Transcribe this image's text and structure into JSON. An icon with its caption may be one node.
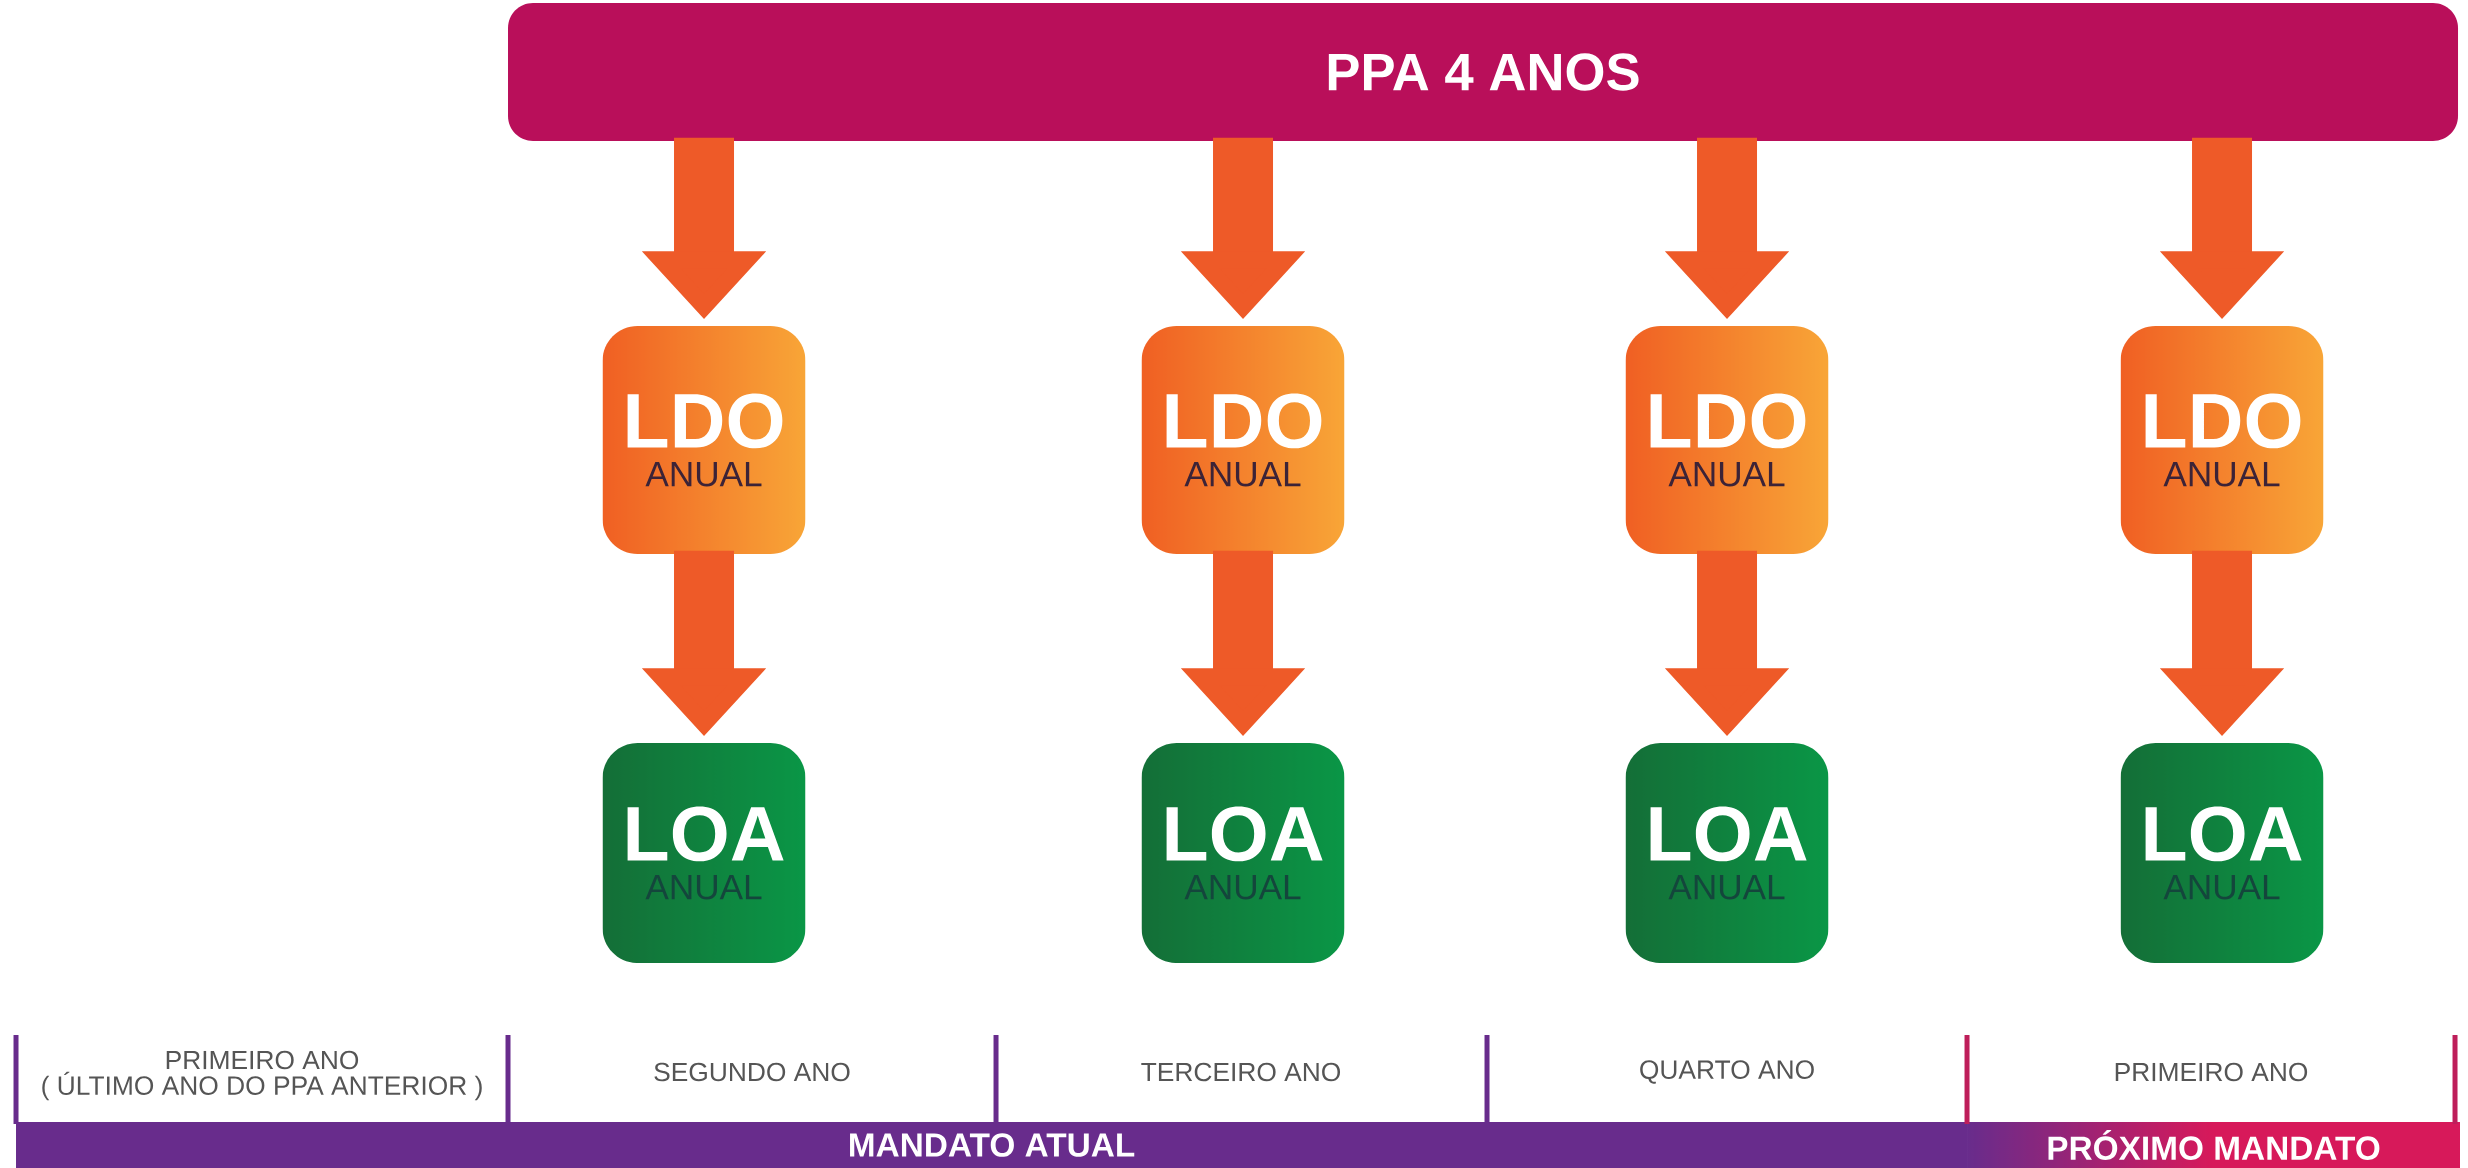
{
  "diagram": {
    "nodes": [
      {
        "text": [
          "PPA  4 ANOS"
        ]
      },
      {
        "text": [
          "LDO",
          "ANUAL"
        ]
      },
      {
        "text": [
          "LDO",
          "ANUAL"
        ]
      },
      {
        "text": [
          "LDO",
          "ANUAL"
        ]
      },
      {
        "text": [
          "LDO",
          "ANUAL"
        ]
      },
      {
        "text": [
          "LOA",
          "ANUAL"
        ]
      },
      {
        "text": [
          "LOA",
          "ANUAL"
        ]
      },
      {
        "text": [
          "LOA",
          "ANUAL"
        ]
      },
      {
        "text": [
          "LOA",
          "ANUAL"
        ]
      },
      {
        "text": [
          "MANDATO ATUAL"
        ]
      },
      {
        "text": [
          "PRÓXIMO MANDATO"
        ]
      }
    ],
    "edges": [
      {
        "from": 0,
        "to": 1,
        "arrow": "to"
      },
      {
        "from": 0,
        "to": 2,
        "arrow": "to"
      },
      {
        "from": 0,
        "to": 3,
        "arrow": "to"
      },
      {
        "from": 0,
        "to": 4,
        "arrow": "to"
      },
      {
        "from": 1,
        "to": 5,
        "arrow": "to"
      },
      {
        "from": 2,
        "to": 6,
        "arrow": "to"
      },
      {
        "from": 3,
        "to": 7,
        "arrow": "to"
      },
      {
        "from": 4,
        "to": 8,
        "arrow": "to"
      }
    ],
    "labels": [
      "PRIMEIRO ANO",
      "( ÚLTIMO ANO DO PPA ANTERIOR )",
      "SEGUNDO ANO",
      "TERCEIRO ANO",
      "QUARTO ANO",
      "PRIMEIRO ANO"
    ]
  }
}
